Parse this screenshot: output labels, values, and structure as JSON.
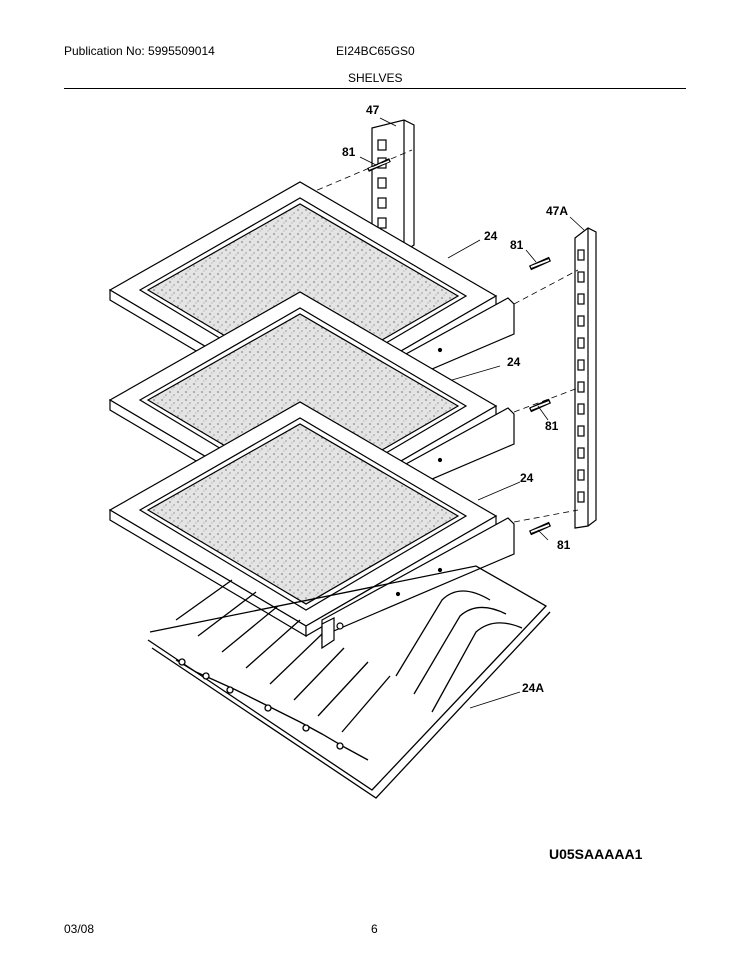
{
  "header": {
    "publication": "Publication No: 5995509014",
    "model": "EI24BC65GS0",
    "section": "SHELVES"
  },
  "callouts": {
    "bracket_left": "47",
    "screw_top": "81",
    "bracket_right": "47A",
    "screw_right_top": "81",
    "shelf_top": "24",
    "shelf_mid": "24",
    "screw_right_mid": "81",
    "shelf_bottom": "24",
    "screw_right_bottom": "81",
    "wire_rack": "24A"
  },
  "footer": {
    "diagram_code": "U05SAAAAA1",
    "date": "03/08",
    "page": "6"
  }
}
